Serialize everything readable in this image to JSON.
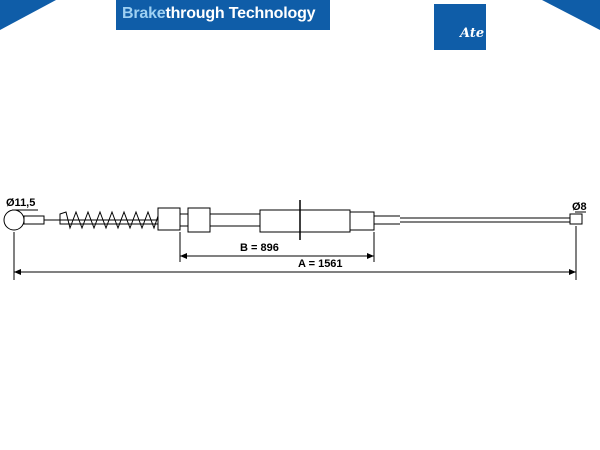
{
  "header": {
    "brand_part1": "Brake",
    "brand_part2": "through Technology",
    "logo_text": "Ate",
    "brand_color": "#0f5da8",
    "brand_accent": "#9ed0f2"
  },
  "drawing": {
    "diameter_left": "Ø11,5",
    "diameter_right": "Ø8",
    "dim_b": "B = 896",
    "dim_a": "A = 1561",
    "line_color": "#000000"
  }
}
